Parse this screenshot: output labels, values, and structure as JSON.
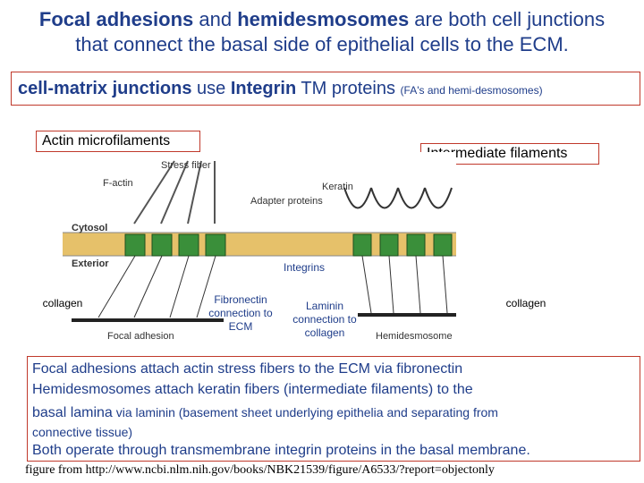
{
  "title": {
    "part1_bold": "Focal adhesions",
    "part2": " and ",
    "part3_bold": "hemidesmosomes",
    "part4": " are both cell junctions",
    "line2": "that connect the basal side of epithelial cells to the ECM."
  },
  "subtitle": {
    "bold1": "cell-matrix junctions",
    "mid1": " use ",
    "bold2": "Integrin",
    "mid2": " TM proteins ",
    "small": "(FA's and hemi-desmosomes)"
  },
  "labels": {
    "actin": "Actin microfilaments",
    "intermediate": "Intermediate filaments",
    "integrins": "Integrins",
    "collagen_left": "collagen",
    "fibronectin": "Fibronectin connection to ECM",
    "laminin": "Laminin connection to collagen",
    "collagen_right": "collagen"
  },
  "diagram": {
    "stress_fiber": "Stress fiber",
    "f_actin": "F-actin",
    "keratin": "Keratin",
    "adapter": "Adapter proteins",
    "cytosol": "Cytosol",
    "exterior": "Exterior",
    "focal_adhesion": "Focal adhesion",
    "hemidesmosome": "Hemidesmosome"
  },
  "bottom": {
    "fa_bold": "Focal adhesions",
    "fa_rest": " attach actin stress fibers to the ECM via fibronectin",
    "hd_bold": "Hemidesmosomes",
    "hd_rest": " attach keratin fibers (intermediate filaments) to the",
    "basal": "basal lamina",
    "via": " via laminin  (basement sheet underlying epithelia and separating from",
    "ct": "connective tissue)",
    "both1": "Both operate through transmembrane ",
    "both_bold": "integrin",
    "both2": " proteins in the basal membrane."
  },
  "footer": "figure from http://www.ncbi.nlm.nih.gov/books/NBK21539/figure/A6533/?report=objectonly",
  "colors": {
    "text": "#1f3d8a",
    "box_border": "#c0392b",
    "membrane": "#e6c16a",
    "integrin": "#3a8f3a"
  }
}
